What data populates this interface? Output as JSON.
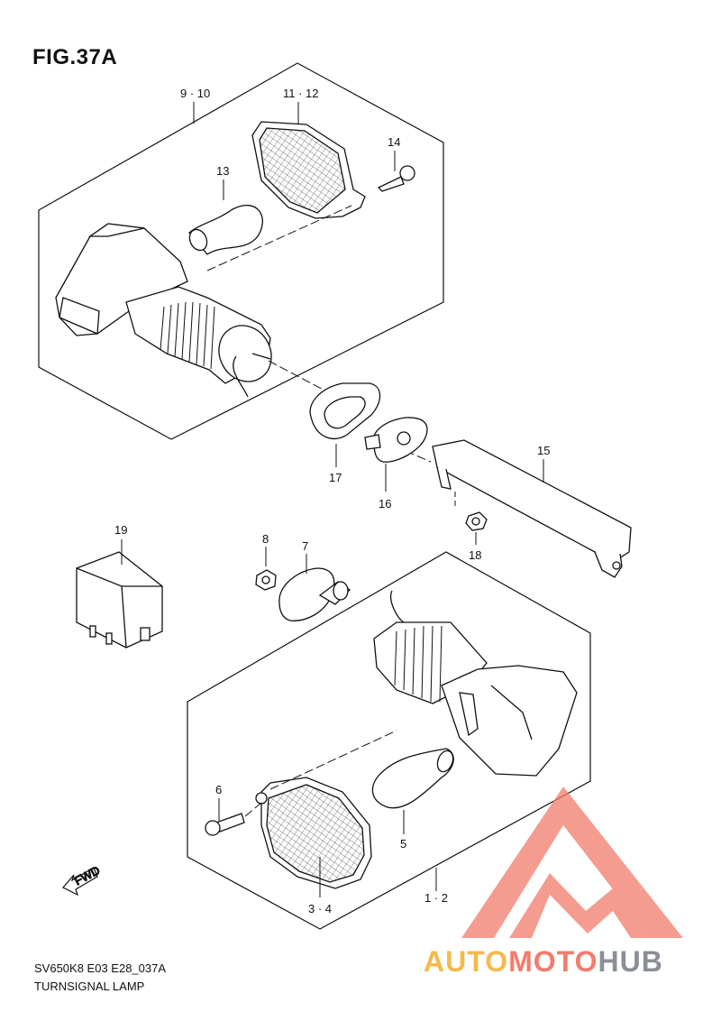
{
  "figure": {
    "title": "FIG.37A",
    "code": "SV650K8 E03 E28_037A",
    "name": "TURNSIGNAL LAMP",
    "fwd_label": "FWD"
  },
  "callouts": {
    "c_9_10": "9 · 10",
    "c_11_12": "11 · 12",
    "c_13": "13",
    "c_14": "14",
    "c_15": "15",
    "c_16": "16",
    "c_17": "17",
    "c_18": "18",
    "c_19": "19",
    "c_8": "8",
    "c_7": "7",
    "c_6": "6",
    "c_5": "5",
    "c_3_4": "3 · 4",
    "c_1_2": "1 · 2"
  },
  "watermark": {
    "part1": "AUTO",
    "part2": "MOTO",
    "part3": "HUB",
    "color_triangle": "#f27c6c",
    "color_auto": "#f5b94c",
    "color_hub": "#8a8f96"
  }
}
